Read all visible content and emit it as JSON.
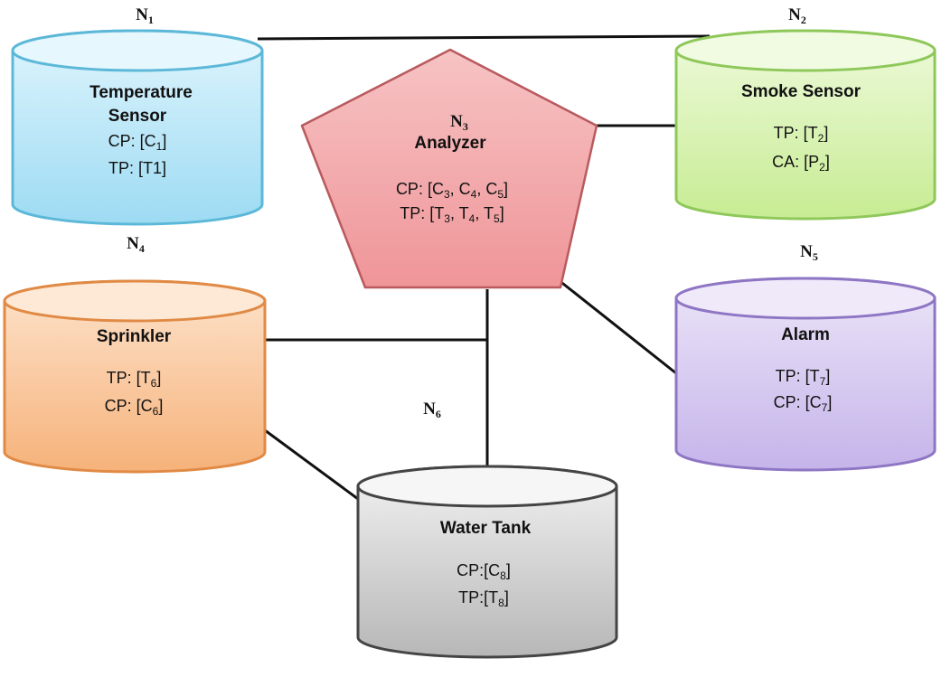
{
  "nodes": {
    "temperature": {
      "node_label": "N",
      "node_sub": "1",
      "title": [
        "Temperature",
        "Sensor"
      ],
      "lines": [
        {
          "prefix": "CP: [C",
          "sub": "1",
          "suffix": "]"
        },
        {
          "prefix": "TP: [T1]",
          "sub": "",
          "suffix": ""
        }
      ]
    },
    "smoke": {
      "node_label": "N",
      "node_sub": "2",
      "title": [
        "Smoke Sensor"
      ],
      "lines": [
        {
          "prefix": "TP: [T",
          "sub": "2",
          "suffix": "]"
        },
        {
          "prefix": "CA: [P",
          "sub": "2",
          "suffix": "]"
        }
      ]
    },
    "analyzer": {
      "node_label": "N",
      "node_sub": "3",
      "title": [
        "Analyzer"
      ],
      "lines": [
        {
          "segments": [
            {
              "t": "CP: [C"
            },
            {
              "s": "3"
            },
            {
              "t": ", C"
            },
            {
              "s": "4"
            },
            {
              "t": ", C"
            },
            {
              "s": "5"
            },
            {
              "t": "]"
            }
          ]
        },
        {
          "segments": [
            {
              "t": "TP: [T"
            },
            {
              "s": "3"
            },
            {
              "t": ", T"
            },
            {
              "s": "4"
            },
            {
              "t": ", T"
            },
            {
              "s": "5"
            },
            {
              "t": "]"
            }
          ]
        }
      ]
    },
    "sprinkler": {
      "node_label": "N",
      "node_sub": "4",
      "title": [
        "Sprinkler"
      ],
      "lines": [
        {
          "prefix": "TP: [T",
          "sub": "6",
          "suffix": "]"
        },
        {
          "prefix": "CP: [C",
          "sub": "6",
          "suffix": "]"
        }
      ]
    },
    "alarm": {
      "node_label": "N",
      "node_sub": "5",
      "title": [
        "Alarm"
      ],
      "lines": [
        {
          "prefix": "TP: [T",
          "sub": "7",
          "suffix": "]"
        },
        {
          "prefix": "CP: [C",
          "sub": "7",
          "suffix": "]"
        }
      ]
    },
    "water_tank": {
      "node_label": "N",
      "node_sub": "6",
      "title": [
        "Water Tank"
      ],
      "lines": [
        {
          "prefix": "CP:[C",
          "sub": "8",
          "suffix": "]"
        },
        {
          "prefix": "TP:[T",
          "sub": "8",
          "suffix": "]"
        }
      ]
    }
  },
  "colors": {
    "temperature": "#bfe9f8",
    "temperature_stroke": "#5cb8d8",
    "smoke": "#d7f2b0",
    "smoke_stroke": "#8fc85a",
    "analyzer": "#f3a7a9",
    "analyzer_stroke": "#b85a5e",
    "sprinkler": "#f8c49a",
    "sprinkler_stroke": "#e08a45",
    "alarm": "#d6c9ef",
    "alarm_stroke": "#8e76c4",
    "water_tank": "#d0d0d0",
    "water_tank_stroke": "#444444",
    "connector": "#111111"
  }
}
